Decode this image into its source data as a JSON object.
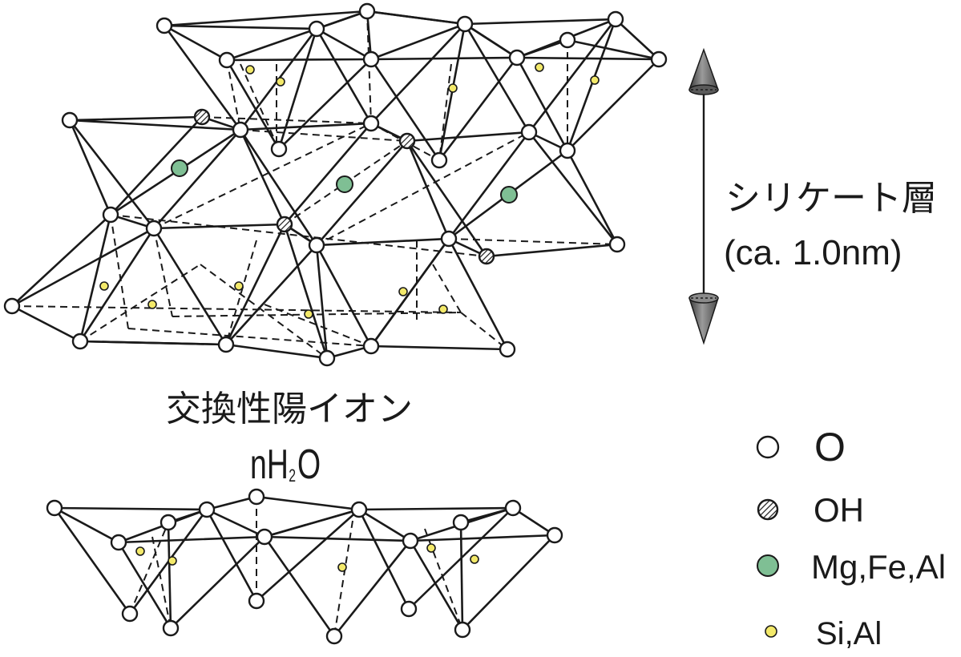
{
  "annotations": {
    "layer_label_line1": "シリケート層",
    "layer_label_line2": "(ca. 1.0nm)",
    "interlayer_label": "交換性陽イオン",
    "water_n": "n",
    "water_h": "H",
    "water_sub": "2",
    "water_o": "O"
  },
  "legend": [
    {
      "symbol": "open-circle",
      "label": "O"
    },
    {
      "symbol": "hatched-circle",
      "label": "OH"
    },
    {
      "symbol": "green-circle",
      "label": "Mg,Fe,Al"
    },
    {
      "symbol": "small-yellow-circle",
      "label": "Si,Al"
    }
  ],
  "colors": {
    "oxygen_fill": "#ffffff",
    "octahedral_cation": "#7fbf94",
    "tetrahedral_cation": "#f3e96a",
    "lines": "#1a1a1a",
    "arrow": "#707070"
  }
}
